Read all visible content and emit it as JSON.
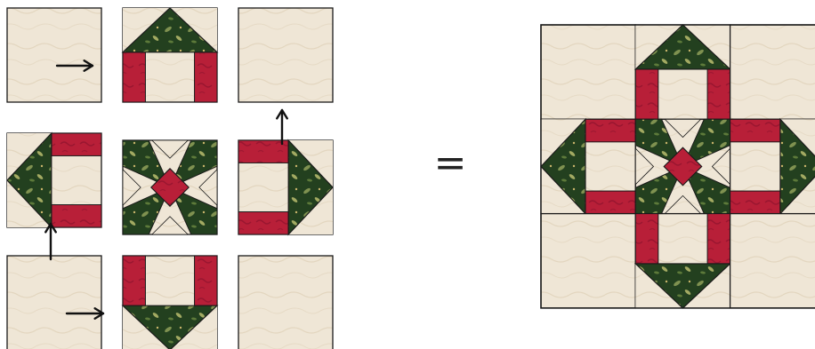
{
  "diagram": {
    "operator_symbol": "=",
    "colors": {
      "cream": "#efe6d6",
      "cream_shade": "#e4d8c3",
      "red": "#b81f38",
      "red_dark": "#8c1429",
      "green": "#1f3a1c",
      "green_mid": "#2e4d27",
      "leaf": "#8a9a56",
      "outline": "#1a1a1a",
      "arrow": "#111111"
    },
    "left_grid": {
      "blocks": [
        {
          "name": "block-plain-top-left",
          "kind": "plain"
        },
        {
          "name": "block-flying-geese-top",
          "kind": "goose-red-legs",
          "orientation": "up"
        },
        {
          "name": "block-plain-top-right",
          "kind": "plain"
        },
        {
          "name": "block-flying-geese-left",
          "kind": "goose-red-legs",
          "orientation": "left"
        },
        {
          "name": "block-center-square-in-square",
          "kind": "center"
        },
        {
          "name": "block-flying-geese-right",
          "kind": "goose-red-legs",
          "orientation": "right"
        },
        {
          "name": "block-plain-bottom-left",
          "kind": "plain"
        },
        {
          "name": "block-flying-geese-bottom",
          "kind": "goose-red-legs",
          "orientation": "down"
        },
        {
          "name": "block-plain-bottom-right",
          "kind": "plain"
        }
      ],
      "arrows": [
        {
          "name": "arrow-right-top",
          "direction": "right"
        },
        {
          "name": "arrow-up-left",
          "direction": "up"
        },
        {
          "name": "arrow-up-right",
          "direction": "up"
        },
        {
          "name": "arrow-right-bottom",
          "direction": "right"
        }
      ]
    },
    "finished_block": {
      "name": "finished-quilt-block"
    }
  }
}
